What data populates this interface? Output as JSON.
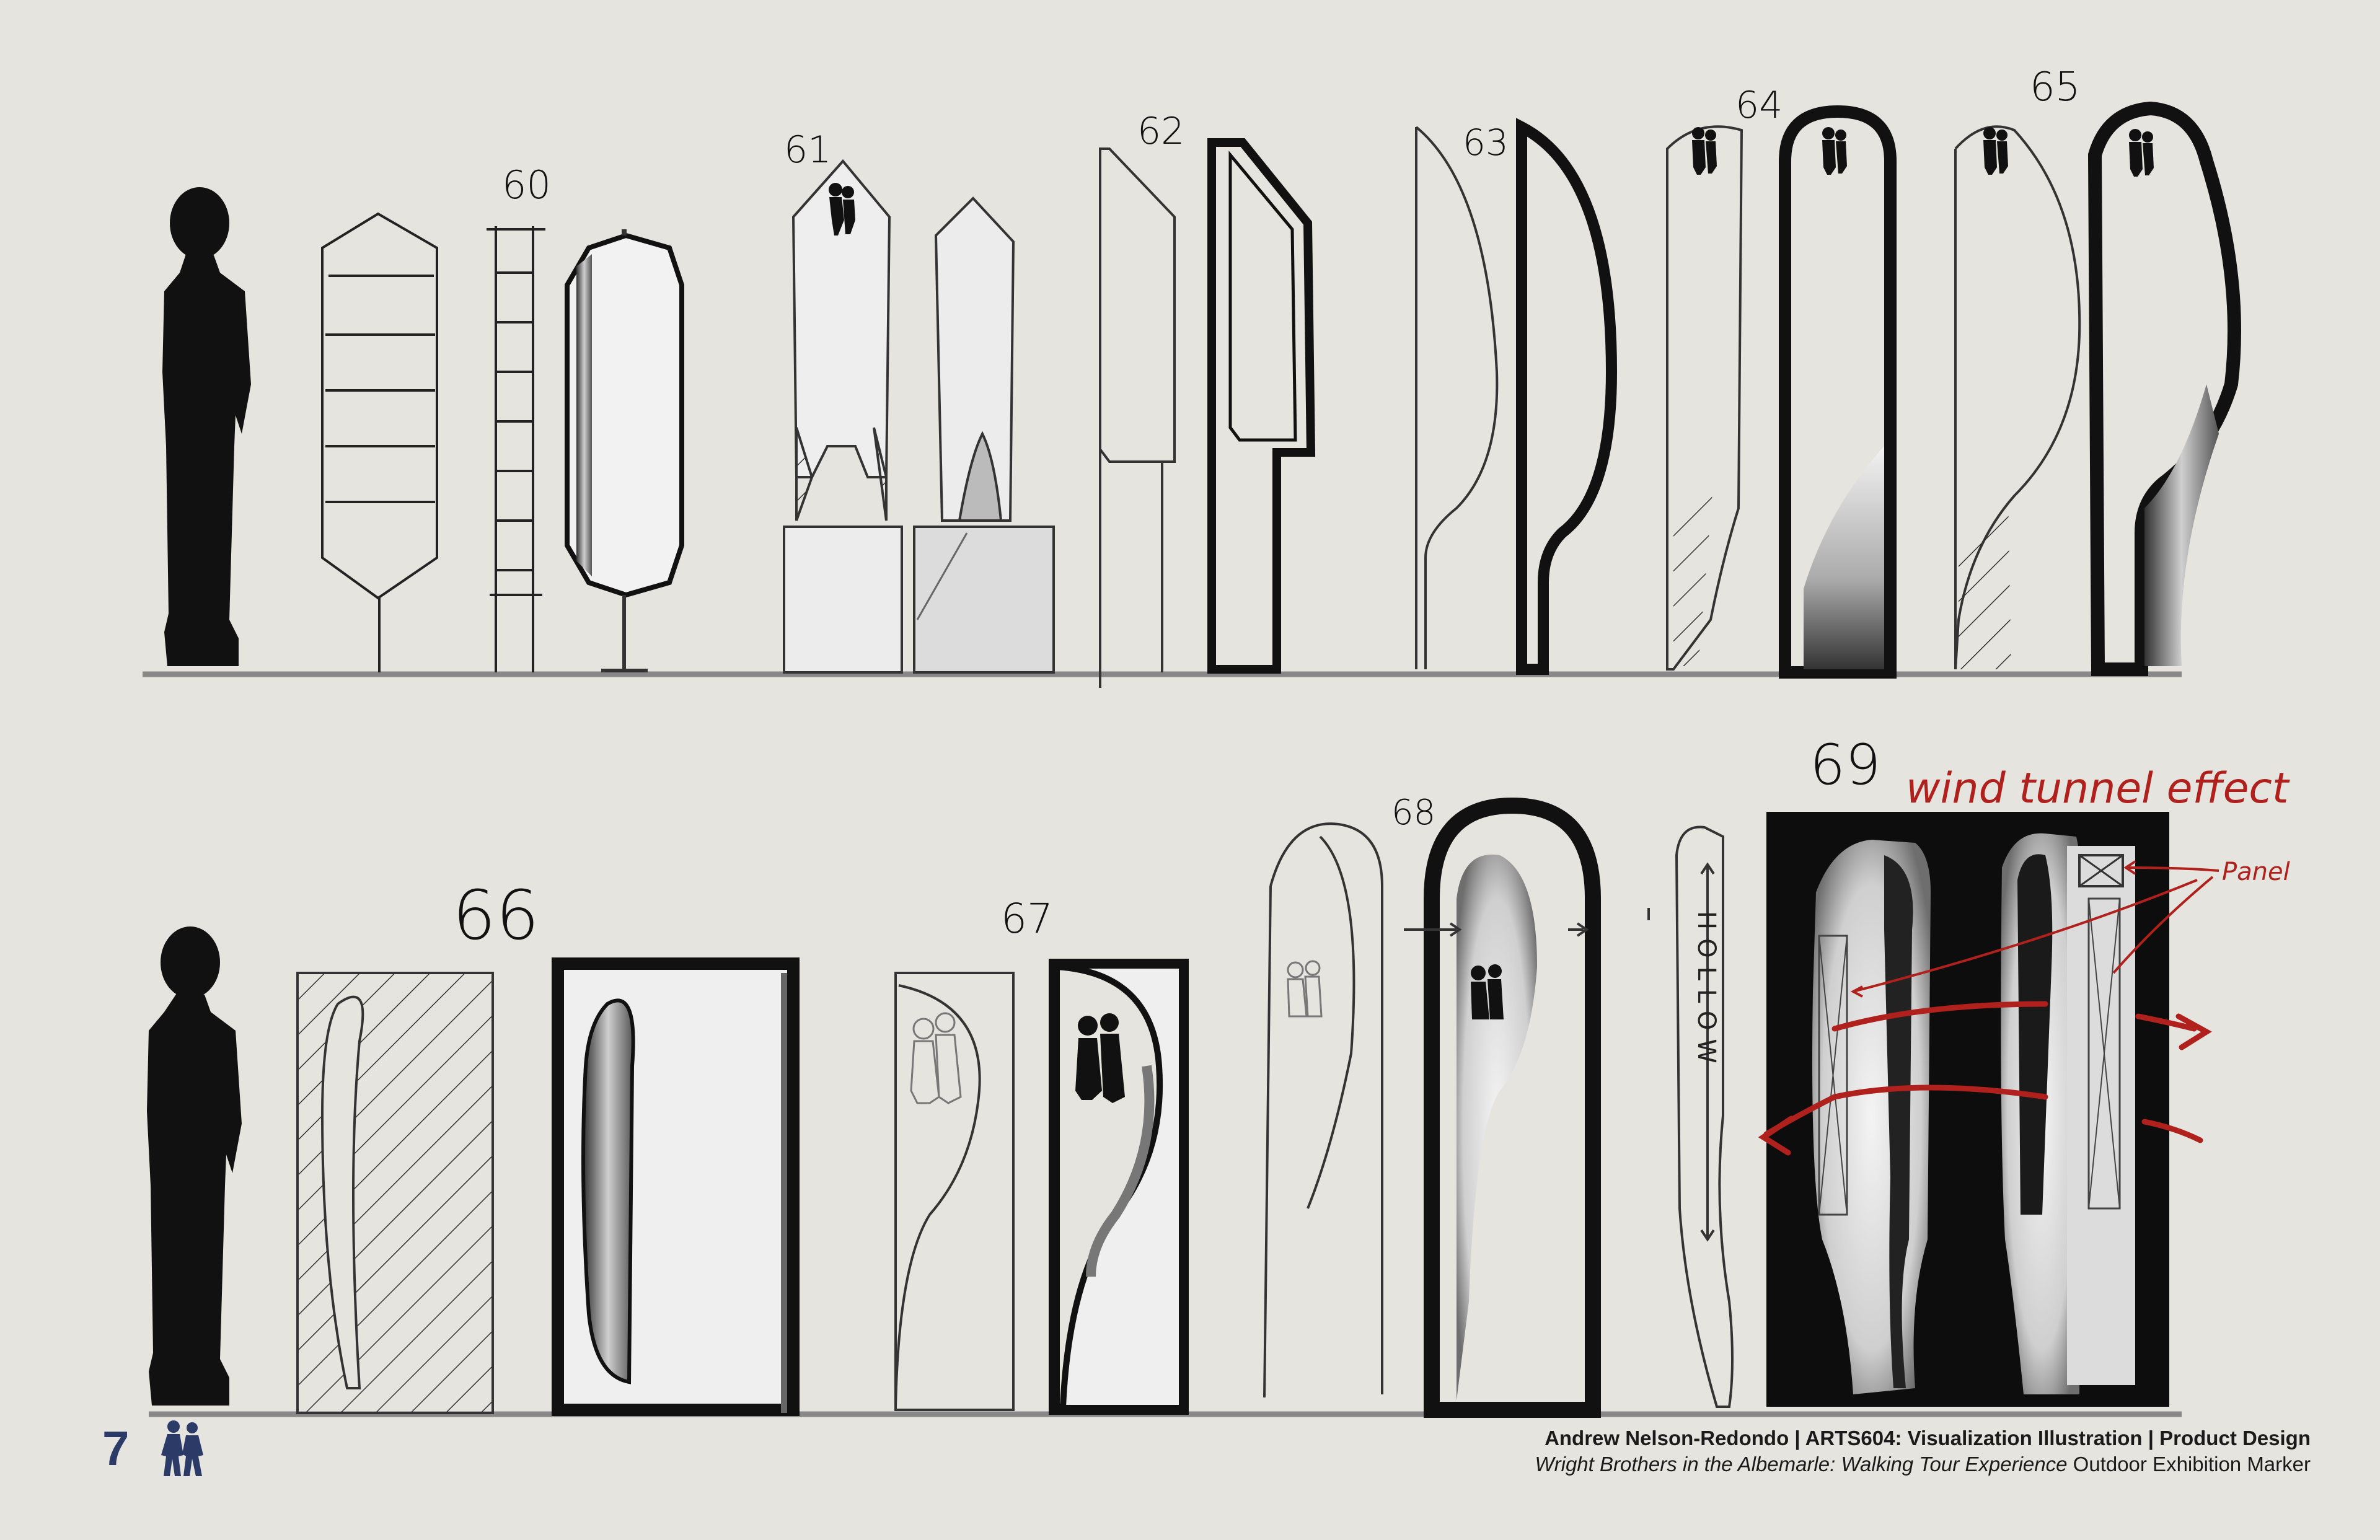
{
  "sketch_numbers": {
    "n60": "60",
    "n61": "61",
    "n62": "62",
    "n63": "63",
    "n64": "64",
    "n65": "65",
    "n66": "66",
    "n67": "67",
    "n68": "68",
    "n69": "69"
  },
  "annotations": {
    "wind_tunnel": "wind tunnel effect",
    "panel": "Panel",
    "hollow": "HOLLOW"
  },
  "footer": {
    "page_number": "7",
    "credit": "Andrew Nelson-Redondo | ARTS604: Visualization Illustration | Product Design",
    "subtitle_italic": "Wright Brothers in the Albemarle: Walking Tour Experience",
    "subtitle_rest": " Outdoor Exhibition Marker"
  },
  "colors": {
    "background": "#e6e4df",
    "ink": "#111111",
    "annotation_red": "#b0201c",
    "page_number_blue": "#2b3a67"
  }
}
